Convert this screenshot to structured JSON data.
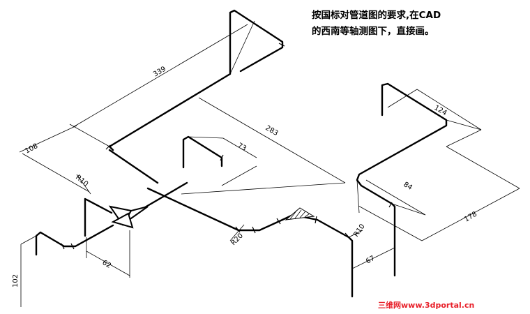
{
  "title": {
    "line1": "按国标对管道图的要求,在CAD",
    "line2": "的西南等轴测图下，直接画。"
  },
  "dimensions": {
    "d339": "339",
    "d108": "108",
    "d283": "283",
    "d73": "73",
    "d124": "124",
    "d84": "84",
    "d178": "178",
    "d62": "62",
    "d102": "102",
    "d67": "67",
    "r10_left": "R10",
    "r10_right": "R10",
    "r20": "R20"
  },
  "watermark": "三维网www.3dportal.cn",
  "colors": {
    "line": "#000000",
    "watermark": "#e8202a",
    "background": "#ffffff"
  }
}
